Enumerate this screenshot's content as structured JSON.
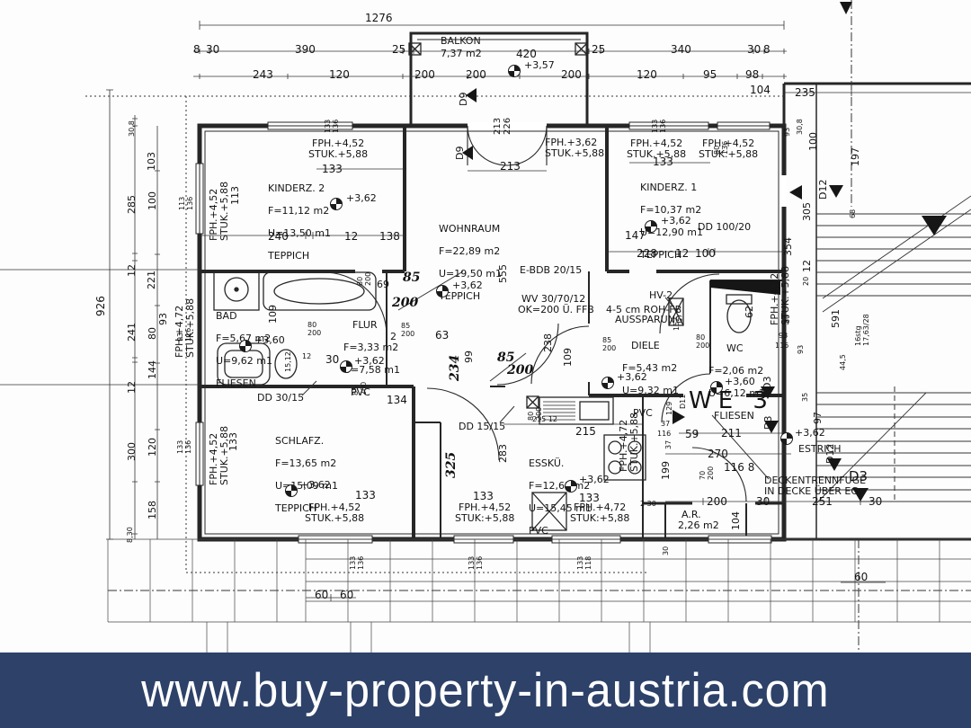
{
  "banner": {
    "url_text": "www.buy-property-in-austria.com",
    "bg_color": "#2d4169",
    "text_color": "#ffffff"
  },
  "plan": {
    "balkon": {
      "name": "BALKON",
      "area": "7,37 m2"
    },
    "we": {
      "name": "WE 3"
    },
    "ar": {
      "name": "A.R.",
      "area": "2,26 m2"
    },
    "rooms": {
      "kinderz2": {
        "name": "KINDERZ. 2",
        "f": "F=11,12 m2",
        "u": "U=13,50 m1",
        "floor": "TEPPICH"
      },
      "wohnraum": {
        "name": "WOHNRAUM",
        "f": "F=22,89 m2",
        "u": "U=19,50 m1",
        "floor": "TEPPICH"
      },
      "kinderz1": {
        "name": "KINDERZ. 1",
        "f": "F=10,37 m2",
        "u": "U=12,90 m1",
        "floor": "TEPPICH"
      },
      "bad": {
        "name": "BAD",
        "f": "F=5,67 m2",
        "u": "U=9,62 m1",
        "floor": "FLIESEN"
      },
      "flur": {
        "name": "FLUR",
        "f": "F=3,33 m2",
        "u": "U=7,58 m1",
        "floor": "PVC"
      },
      "diele": {
        "name": "DIELE",
        "f": "F=5,43 m2",
        "u": "U=9,32 m1",
        "floor": "PVC"
      },
      "wc": {
        "name": "WC",
        "f": "F=2,06 m2",
        "u": "U=6,12 m1",
        "floor": "FLIESEN"
      },
      "schlafz": {
        "name": "SCHLAFZ.",
        "f": "F=13,65 m2",
        "u": "U=15,09 m1",
        "floor": "TEPPICH"
      },
      "esskue": {
        "name": "ESSKÜ.",
        "f": "F=12,63 m2",
        "u": "U=15,45 m1",
        "floor": "PVC"
      }
    },
    "levels": {
      "balkon": "+3,57",
      "main": "+3,62",
      "bad": "+3,60",
      "wc": "+3,60"
    },
    "fph": {
      "f452": "FPH.+4,52",
      "f472": "FPH.+4,72",
      "f362": "FPH.+3,62",
      "s588": "STUK.+5,88",
      "s588c": "STUK:+5,88",
      "pair452": "FPH.+4,52\nSTUK.+5,88",
      "pair472": "FPH.+4,72\nSTUK.+5,88"
    },
    "notes": {
      "ebdb": "E-BDB 20/15",
      "wv": "WV 30/70/12",
      "ok": "OK=200 Ü. FFB",
      "hv": "HV-2",
      "roh": "4-5 cm ROH-FB",
      "aus": "AUSSPARUNG",
      "estrich": "ESTRICH",
      "fuge1": "DECKENTRENNFUGE",
      "fuge2": "IN DECKE ÜBER EG.",
      "dd100": "DD 100/20",
      "dd30": "DD 30/15",
      "dd15": "DD 15/15",
      "stair": "16stg\n17,63/28"
    },
    "doors": {
      "d9": "D9",
      "d11": "D11",
      "d12": "D12",
      "d3": "D3"
    },
    "hand": {
      "h85": "85",
      "h200": "200",
      "h325": "325",
      "h234": "234"
    },
    "n": {
      "top": [
        "1276",
        "8",
        "30",
        "390",
        "25",
        "25",
        "340",
        "30",
        "8",
        "243",
        "120",
        "200",
        "200",
        "200",
        "120",
        "95",
        "98",
        "420",
        "104",
        "235",
        "133\n136",
        "213\n226",
        "133\n136",
        "80\n136"
      ],
      "left": [
        "926",
        "30,8",
        "103",
        "285",
        "100",
        "113\n136",
        "12",
        "221",
        "241",
        "80",
        "93",
        "93\n116",
        "144",
        "12",
        "300",
        "120",
        "133\n136",
        "158",
        "8,30"
      ],
      "k2": [
        "133",
        "113",
        "240",
        "12",
        "138"
      ],
      "wohn": [
        "213",
        "555"
      ],
      "k1": [
        "133",
        "147",
        "228",
        "12",
        "100"
      ],
      "right": [
        "93",
        "30,8",
        "100",
        "197",
        "305",
        "68",
        "354",
        "12",
        "20",
        "80",
        "591",
        "93",
        "116",
        "93",
        "44,5"
      ],
      "bad": [
        "109",
        "80\n200",
        "15,12",
        "12",
        "30",
        "134",
        "85\n200"
      ],
      "flur": [
        "69",
        "2",
        "63",
        "99",
        "80\n200",
        "85\n200"
      ],
      "mid": [
        "238",
        "109",
        "62",
        "152",
        "80\n200",
        "85\n200"
      ],
      "kit": [
        "283",
        "133",
        "215 12",
        "215",
        "80\n200",
        "133"
      ],
      "schlafz": [
        "133",
        "133"
      ],
      "we3": [
        "2 30",
        "59",
        "211",
        "37",
        "116",
        "37",
        "129",
        "97",
        "35",
        "270",
        "199",
        "116  8",
        "70\n200",
        "200",
        "30",
        "251",
        "30",
        "104",
        "30"
      ],
      "bottom": [
        "60",
        "60",
        "60",
        "133\n136",
        "133\n136",
        "133\n118"
      ]
    }
  }
}
